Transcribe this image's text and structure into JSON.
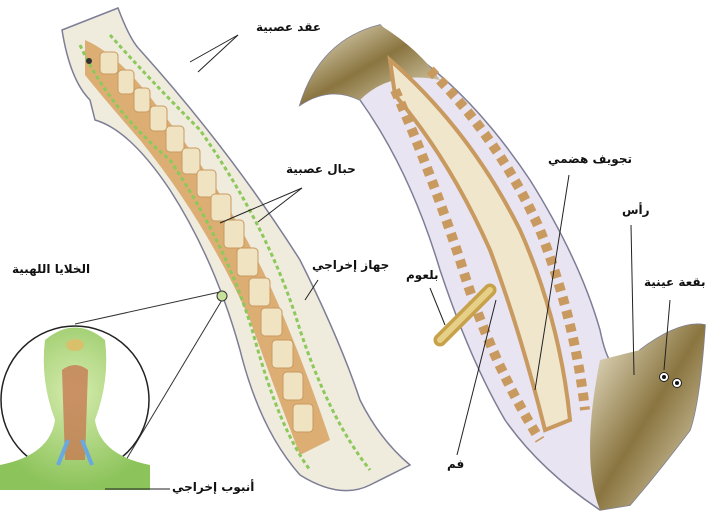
{
  "labels": {
    "ganglia": "عقد عصبية",
    "nerve_cords": "حبال عصبية",
    "excretory_system": "جهاز إخراجي",
    "flame_cells": "الخلايا اللهبية",
    "excretory_tubule": "أنبوب إخراجي",
    "digestive_cavity": "تجويف هضمي",
    "head": "رأس",
    "eyespot": "بقعة عينية",
    "pharynx": "بلعوم",
    "mouth": "فم"
  },
  "colors": {
    "body": "#eeeadb",
    "gut": "#d9a86b",
    "nerve": "#8cc85a",
    "outline": "#7d7e95",
    "flame_cell": "#a8d26a",
    "tubule_blue": "#6aa8e0"
  }
}
